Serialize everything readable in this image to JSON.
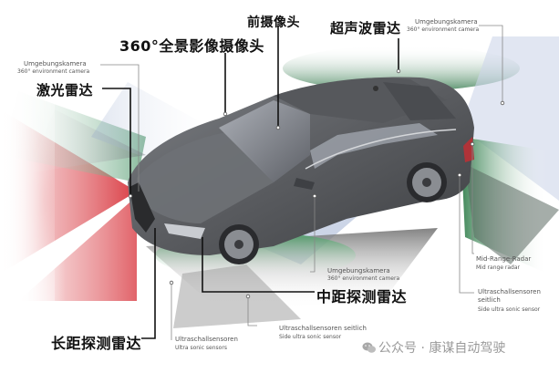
{
  "diagram": {
    "subject": "Audi A6 sedan sensor layout (top-front 3/4 view)",
    "zone_colors": {
      "long_range_radar": "#d9363e",
      "ultrasonic": "#3a9a5a",
      "camera": "#8fa3c8",
      "mid_range_radar": "#7a7a7a",
      "car_body": "#5c5e62"
    }
  },
  "labels": {
    "front_camera_cn": "前摄像头",
    "surround_camera_cn": "360°全景影像摄像头",
    "ultrasonic_radar_cn": "超声波雷达",
    "lidar_cn": "激光雷达",
    "mid_range_radar_cn": "中距探测雷达",
    "long_range_radar_cn": "长距探测雷达",
    "umgebungskamera_left": {
      "de": "Umgebungskamera",
      "en": "360° environment camera"
    },
    "umgebungskamera_right": {
      "de": "Umgebungskamera",
      "en": "360° environment camera"
    },
    "umgebungskamera_side": {
      "de": "Umgebungskamera",
      "en": "360° environment camera"
    },
    "mid_range_radar": {
      "de": "Mid-Range-Radar",
      "en": "Mid range radar"
    },
    "ultrasonic_side_right": {
      "de_line1": "Ultraschallsensoren",
      "de_line2": "seitlich",
      "en": "Side ultra sonic sensor"
    },
    "ultrasonic_side_bottom": {
      "de": "Ultraschallsensoren seitlich",
      "en": "Side ultra sonic sensor"
    },
    "ultrasonic_front": {
      "de": "Ultraschallsensoren",
      "en": "Ultra sonic sensors"
    }
  },
  "watermark": {
    "icon": "wechat-icon",
    "text": "公众号 · 康谋自动驾驶"
  }
}
